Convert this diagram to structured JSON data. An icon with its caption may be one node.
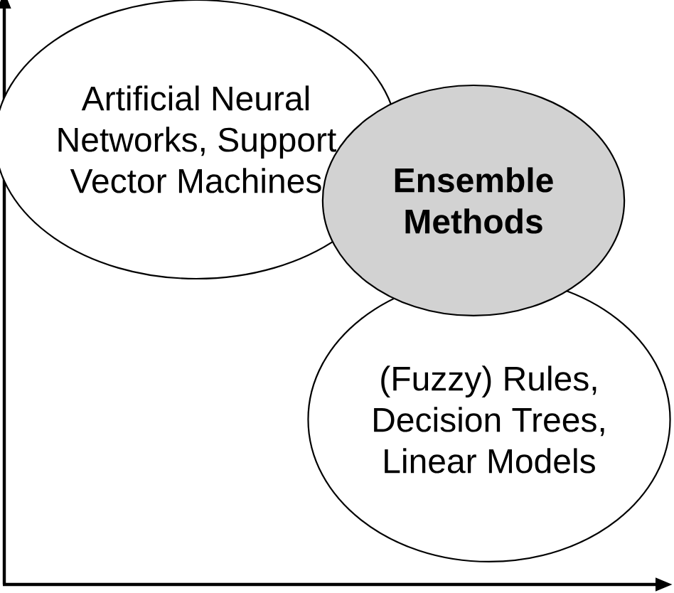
{
  "diagram": {
    "nodes": [
      {
        "text": [
          "Artificial Neural Networks, Support Vector Machines"
        ]
      },
      {
        "text": [
          "(Fuzzy) Rules, Decision Trees, Linear Models"
        ]
      },
      {
        "text": [
          "Ensemble Methods"
        ]
      }
    ]
  }
}
